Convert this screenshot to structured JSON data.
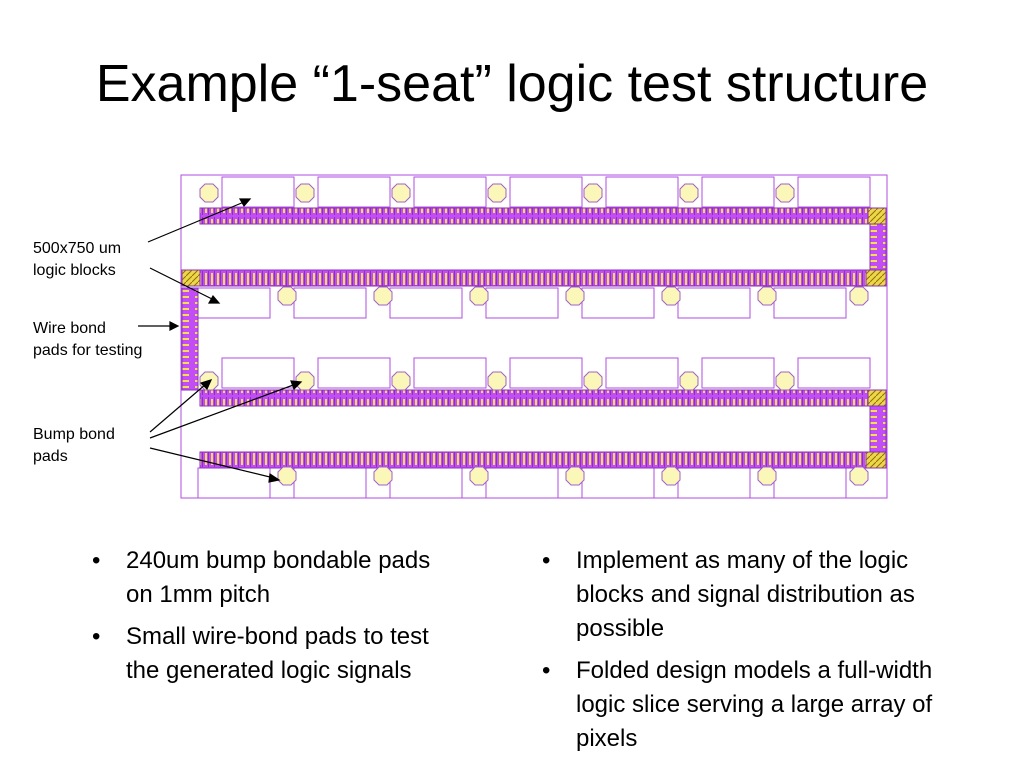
{
  "slide": {
    "title": "Example “1-seat” logic test structure"
  },
  "callouts": {
    "logic_blocks": [
      "500x750 um",
      "logic blocks"
    ],
    "wire_bond": [
      "Wire bond",
      "pads for testing"
    ],
    "bump_bond": [
      "Bump bond",
      "pads"
    ]
  },
  "bullets_left": [
    "240um bump bondable pads on 1mm pitch",
    "Small wire-bond pads to test the generated logic signals"
  ],
  "bullets_right": [
    "Implement as many of the logic blocks and signal distribution as possible",
    "Folded design models a full-width logic slice serving a large array of pixels"
  ],
  "colors": {
    "outline": "#9a3bd0",
    "bus": "#c24cf5",
    "pad_yellow": "#e8d84a",
    "pad_purple": "#7a2a9a"
  }
}
